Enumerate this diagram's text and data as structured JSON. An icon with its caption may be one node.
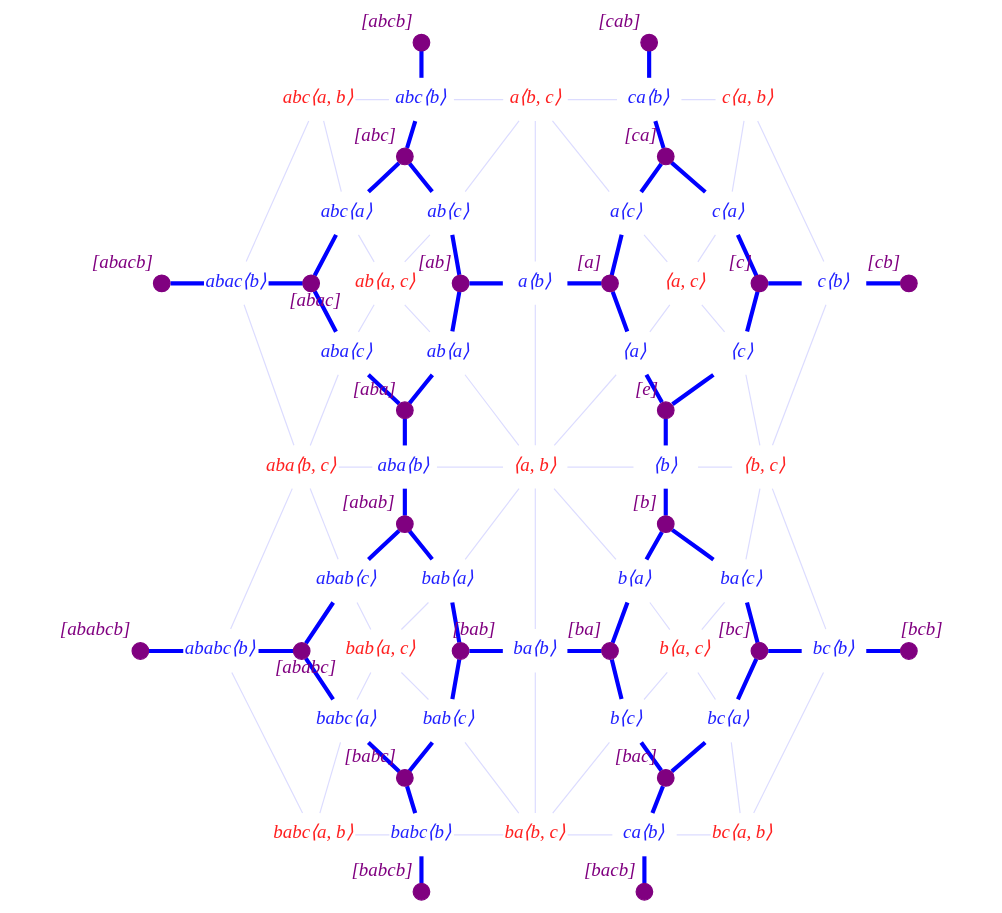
{
  "diagram": {
    "nodes": [
      {
        "text": [],
        "shape": "circle",
        "beside": [
          "[abcb]"
        ]
      },
      {
        "text": [],
        "shape": "circle",
        "beside": [
          "[cab]"
        ]
      },
      {
        "text": [
          "abc⟨a, b⟩"
        ]
      },
      {
        "text": [
          "abc⟨b⟩"
        ]
      },
      {
        "text": [
          "a⟨b, c⟩"
        ]
      },
      {
        "text": [
          "ca⟨b⟩"
        ]
      },
      {
        "text": [
          "c⟨a, b⟩"
        ]
      },
      {
        "text": [],
        "shape": "circle",
        "beside": [
          "[abc]"
        ]
      },
      {
        "text": [],
        "shape": "circle",
        "beside": [
          "[ca]"
        ]
      },
      {
        "text": [
          "abc⟨a⟩"
        ]
      },
      {
        "text": [
          "ab⟨c⟩"
        ]
      },
      {
        "text": [
          "a⟨c⟩"
        ]
      },
      {
        "text": [
          "c⟨a⟩"
        ]
      },
      {
        "text": [],
        "shape": "circle",
        "beside": [
          "[abacb]"
        ]
      },
      {
        "text": [
          "abac⟨b⟩"
        ]
      },
      {
        "text": [],
        "shape": "circle",
        "beside": [
          "[abac]"
        ]
      },
      {
        "text": [
          "ab⟨a, c⟩"
        ]
      },
      {
        "text": [],
        "shape": "circle",
        "beside": [
          "[ab]"
        ]
      },
      {
        "text": [
          "a⟨b⟩"
        ]
      },
      {
        "text": [],
        "shape": "circle",
        "beside": [
          "[a]"
        ]
      },
      {
        "text": [
          "⟨a, c⟩"
        ]
      },
      {
        "text": [],
        "shape": "circle",
        "beside": [
          "[c]"
        ]
      },
      {
        "text": [
          "c⟨b⟩"
        ]
      },
      {
        "text": [],
        "shape": "circle",
        "beside": [
          "[cb]"
        ]
      },
      {
        "text": [
          "aba⟨c⟩"
        ]
      },
      {
        "text": [
          "ab⟨a⟩"
        ]
      },
      {
        "text": [
          "⟨a⟩"
        ]
      },
      {
        "text": [
          "⟨c⟩"
        ]
      },
      {
        "text": [],
        "shape": "circle",
        "beside": [
          "[aba]"
        ]
      },
      {
        "text": [],
        "shape": "circle",
        "beside": [
          "[e]"
        ]
      },
      {
        "text": [
          "aba⟨b, c⟩"
        ]
      },
      {
        "text": [
          "aba⟨b⟩"
        ]
      },
      {
        "text": [
          "⟨a, b⟩"
        ]
      },
      {
        "text": [
          "⟨b⟩"
        ]
      },
      {
        "text": [
          "⟨b, c⟩"
        ]
      },
      {
        "text": [],
        "shape": "circle",
        "beside": [
          "[abab]"
        ]
      },
      {
        "text": [],
        "shape": "circle",
        "beside": [
          "[b]"
        ]
      },
      {
        "text": [
          "abab⟨c⟩"
        ]
      },
      {
        "text": [
          "bab⟨a⟩"
        ]
      },
      {
        "text": [
          "b⟨a⟩"
        ]
      },
      {
        "text": [
          "ba⟨c⟩"
        ]
      },
      {
        "text": [],
        "shape": "circle",
        "beside": [
          "[ababcb]"
        ]
      },
      {
        "text": [
          "ababc⟨b⟩"
        ]
      },
      {
        "text": [],
        "shape": "circle",
        "beside": [
          "[ababc]"
        ]
      },
      {
        "text": [
          "bab⟨a, c⟩"
        ]
      },
      {
        "text": [],
        "shape": "circle",
        "beside": [
          "[bab]"
        ]
      },
      {
        "text": [
          "ba⟨b⟩"
        ]
      },
      {
        "text": [],
        "shape": "circle",
        "beside": [
          "[ba]"
        ]
      },
      {
        "text": [
          "b⟨a, c⟩"
        ]
      },
      {
        "text": [],
        "shape": "circle",
        "beside": [
          "[bc]"
        ]
      },
      {
        "text": [
          "bc⟨b⟩"
        ]
      },
      {
        "text": [],
        "shape": "circle",
        "beside": [
          "[bcb]"
        ]
      },
      {
        "text": [
          "babc⟨a⟩"
        ]
      },
      {
        "text": [
          "bab⟨c⟩"
        ]
      },
      {
        "text": [
          "b⟨c⟩"
        ]
      },
      {
        "text": [
          "bc⟨a⟩"
        ]
      },
      {
        "text": [],
        "shape": "circle",
        "beside": [
          "[babc]"
        ]
      },
      {
        "text": [],
        "shape": "circle",
        "beside": [
          "[bac]"
        ]
      },
      {
        "text": [
          "babc⟨a, b⟩"
        ]
      },
      {
        "text": [
          "babc⟨b⟩"
        ]
      },
      {
        "text": [
          "ba⟨b, c⟩"
        ]
      },
      {
        "text": [
          "ca⟨b⟩"
        ]
      },
      {
        "text": [
          "bc⟨a, b⟩"
        ]
      },
      {
        "text": [],
        "shape": "circle",
        "beside": [
          "[babcb]"
        ]
      },
      {
        "text": [],
        "shape": "circle",
        "beside": [
          "[bacb]"
        ]
      }
    ],
    "edges": [
      {
        "from": 0,
        "to": 3,
        "arrow": "none",
        "style": "thick",
        "color": "#0000ff"
      },
      {
        "from": 3,
        "to": 7,
        "arrow": "none",
        "style": "thick",
        "color": "#0000ff"
      },
      {
        "from": 1,
        "to": 5,
        "arrow": "none",
        "style": "thick",
        "color": "#0000ff"
      },
      {
        "from": 5,
        "to": 8,
        "arrow": "none",
        "style": "thick",
        "color": "#0000ff"
      },
      {
        "from": 7,
        "to": 9,
        "arrow": "none",
        "style": "thick",
        "color": "#0000ff"
      },
      {
        "from": 9,
        "to": 15,
        "arrow": "none",
        "style": "thick",
        "color": "#0000ff"
      },
      {
        "from": 7,
        "to": 10,
        "arrow": "none",
        "style": "thick",
        "color": "#0000ff"
      },
      {
        "from": 10,
        "to": 17,
        "arrow": "none",
        "style": "thick",
        "color": "#0000ff"
      },
      {
        "from": 8,
        "to": 11,
        "arrow": "none",
        "style": "thick",
        "color": "#0000ff"
      },
      {
        "from": 11,
        "to": 19,
        "arrow": "none",
        "style": "thick",
        "color": "#0000ff"
      },
      {
        "from": 8,
        "to": 12,
        "arrow": "none",
        "style": "thick",
        "color": "#0000ff"
      },
      {
        "from": 12,
        "to": 21,
        "arrow": "none",
        "style": "thick",
        "color": "#0000ff"
      },
      {
        "from": 13,
        "to": 14,
        "arrow": "none",
        "style": "thick",
        "color": "#0000ff"
      },
      {
        "from": 14,
        "to": 15,
        "arrow": "none",
        "style": "thick",
        "color": "#0000ff"
      },
      {
        "from": 17,
        "to": 18,
        "arrow": "none",
        "style": "thick",
        "color": "#0000ff"
      },
      {
        "from": 18,
        "to": 19,
        "arrow": "none",
        "style": "thick",
        "color": "#0000ff"
      },
      {
        "from": 21,
        "to": 22,
        "arrow": "none",
        "style": "thick",
        "color": "#0000ff"
      },
      {
        "from": 22,
        "to": 23,
        "arrow": "none",
        "style": "thick",
        "color": "#0000ff"
      },
      {
        "from": 15,
        "to": 24,
        "arrow": "none",
        "style": "thick",
        "color": "#0000ff"
      },
      {
        "from": 24,
        "to": 28,
        "arrow": "none",
        "style": "thick",
        "color": "#0000ff"
      },
      {
        "from": 17,
        "to": 25,
        "arrow": "none",
        "style": "thick",
        "color": "#0000ff"
      },
      {
        "from": 25,
        "to": 28,
        "arrow": "none",
        "style": "thick",
        "color": "#0000ff"
      },
      {
        "from": 19,
        "to": 26,
        "arrow": "none",
        "style": "thick",
        "color": "#0000ff"
      },
      {
        "from": 26,
        "to": 29,
        "arrow": "none",
        "style": "thick",
        "color": "#0000ff"
      },
      {
        "from": 21,
        "to": 27,
        "arrow": "none",
        "style": "thick",
        "color": "#0000ff"
      },
      {
        "from": 27,
        "to": 29,
        "arrow": "none",
        "style": "thick",
        "color": "#0000ff"
      },
      {
        "from": 28,
        "to": 31,
        "arrow": "none",
        "style": "thick",
        "color": "#0000ff"
      },
      {
        "from": 31,
        "to": 35,
        "arrow": "none",
        "style": "thick",
        "color": "#0000ff"
      },
      {
        "from": 29,
        "to": 33,
        "arrow": "none",
        "style": "thick",
        "color": "#0000ff"
      },
      {
        "from": 33,
        "to": 36,
        "arrow": "none",
        "style": "thick",
        "color": "#0000ff"
      },
      {
        "from": 35,
        "to": 37,
        "arrow": "none",
        "style": "thick",
        "color": "#0000ff"
      },
      {
        "from": 37,
        "to": 43,
        "arrow": "none",
        "style": "thick",
        "color": "#0000ff"
      },
      {
        "from": 35,
        "to": 38,
        "arrow": "none",
        "style": "thick",
        "color": "#0000ff"
      },
      {
        "from": 38,
        "to": 45,
        "arrow": "none",
        "style": "thick",
        "color": "#0000ff"
      },
      {
        "from": 36,
        "to": 39,
        "arrow": "none",
        "style": "thick",
        "color": "#0000ff"
      },
      {
        "from": 39,
        "to": 47,
        "arrow": "none",
        "style": "thick",
        "color": "#0000ff"
      },
      {
        "from": 36,
        "to": 40,
        "arrow": "none",
        "style": "thick",
        "color": "#0000ff"
      },
      {
        "from": 40,
        "to": 49,
        "arrow": "none",
        "style": "thick",
        "color": "#0000ff"
      },
      {
        "from": 41,
        "to": 42,
        "arrow": "none",
        "style": "thick",
        "color": "#0000ff"
      },
      {
        "from": 42,
        "to": 43,
        "arrow": "none",
        "style": "thick",
        "color": "#0000ff"
      },
      {
        "from": 45,
        "to": 46,
        "arrow": "none",
        "style": "thick",
        "color": "#0000ff"
      },
      {
        "from": 46,
        "to": 47,
        "arrow": "none",
        "style": "thick",
        "color": "#0000ff"
      },
      {
        "from": 49,
        "to": 50,
        "arrow": "none",
        "style": "thick",
        "color": "#0000ff"
      },
      {
        "from": 50,
        "to": 51,
        "arrow": "none",
        "style": "thick",
        "color": "#0000ff"
      },
      {
        "from": 43,
        "to": 52,
        "arrow": "none",
        "style": "thick",
        "color": "#0000ff"
      },
      {
        "from": 52,
        "to": 56,
        "arrow": "none",
        "style": "thick",
        "color": "#0000ff"
      },
      {
        "from": 45,
        "to": 53,
        "arrow": "none",
        "style": "thick",
        "color": "#0000ff"
      },
      {
        "from": 53,
        "to": 56,
        "arrow": "none",
        "style": "thick",
        "color": "#0000ff"
      },
      {
        "from": 47,
        "to": 54,
        "arrow": "none",
        "style": "thick",
        "color": "#0000ff"
      },
      {
        "from": 54,
        "to": 57,
        "arrow": "none",
        "style": "thick",
        "color": "#0000ff"
      },
      {
        "from": 49,
        "to": 55,
        "arrow": "none",
        "style": "thick",
        "color": "#0000ff"
      },
      {
        "from": 55,
        "to": 57,
        "arrow": "none",
        "style": "thick",
        "color": "#0000ff"
      },
      {
        "from": 56,
        "to": 59,
        "arrow": "none",
        "style": "thick",
        "color": "#0000ff"
      },
      {
        "from": 59,
        "to": 63,
        "arrow": "none",
        "style": "thick",
        "color": "#0000ff"
      },
      {
        "from": 57,
        "to": 61,
        "arrow": "none",
        "style": "thick",
        "color": "#0000ff"
      },
      {
        "from": 61,
        "to": 64,
        "arrow": "none",
        "style": "thick",
        "color": "#0000ff"
      },
      {
        "from": 2,
        "to": 3,
        "arrow": "none",
        "color": "#dcdcff"
      },
      {
        "from": 3,
        "to": 4,
        "arrow": "none",
        "color": "#dcdcff"
      },
      {
        "from": 4,
        "to": 5,
        "arrow": "none",
        "color": "#dcdcff"
      },
      {
        "from": 5,
        "to": 6,
        "arrow": "none",
        "color": "#dcdcff"
      },
      {
        "from": 30,
        "to": 31,
        "arrow": "none",
        "color": "#dcdcff"
      },
      {
        "from": 31,
        "to": 32,
        "arrow": "none",
        "color": "#dcdcff"
      },
      {
        "from": 32,
        "to": 33,
        "arrow": "none",
        "color": "#dcdcff"
      },
      {
        "from": 33,
        "to": 34,
        "arrow": "none",
        "color": "#dcdcff"
      },
      {
        "from": 58,
        "to": 59,
        "arrow": "none",
        "color": "#dcdcff"
      },
      {
        "from": 59,
        "to": 60,
        "arrow": "none",
        "color": "#dcdcff"
      },
      {
        "from": 60,
        "to": 61,
        "arrow": "none",
        "color": "#dcdcff"
      },
      {
        "from": 61,
        "to": 62,
        "arrow": "none",
        "color": "#dcdcff"
      },
      {
        "from": 2,
        "to": 14,
        "arrow": "none",
        "color": "#dcdcff"
      },
      {
        "from": 14,
        "to": 30,
        "arrow": "none",
        "color": "#dcdcff"
      },
      {
        "from": 30,
        "to": 42,
        "arrow": "none",
        "color": "#dcdcff"
      },
      {
        "from": 42,
        "to": 58,
        "arrow": "none",
        "color": "#dcdcff"
      },
      {
        "from": 4,
        "to": 18,
        "arrow": "none",
        "color": "#dcdcff"
      },
      {
        "from": 18,
        "to": 32,
        "arrow": "none",
        "color": "#dcdcff"
      },
      {
        "from": 32,
        "to": 46,
        "arrow": "none",
        "color": "#dcdcff"
      },
      {
        "from": 46,
        "to": 60,
        "arrow": "none",
        "color": "#dcdcff"
      },
      {
        "from": 6,
        "to": 22,
        "arrow": "none",
        "color": "#dcdcff"
      },
      {
        "from": 22,
        "to": 34,
        "arrow": "none",
        "color": "#dcdcff"
      },
      {
        "from": 34,
        "to": 50,
        "arrow": "none",
        "color": "#dcdcff"
      },
      {
        "from": 50,
        "to": 62,
        "arrow": "none",
        "color": "#dcdcff"
      },
      {
        "from": 2,
        "to": 9,
        "arrow": "none",
        "color": "#dcdcff"
      },
      {
        "from": 9,
        "to": 16,
        "arrow": "none",
        "color": "#dcdcff"
      },
      {
        "from": 16,
        "to": 25,
        "arrow": "none",
        "color": "#dcdcff"
      },
      {
        "from": 25,
        "to": 32,
        "arrow": "none",
        "color": "#dcdcff"
      },
      {
        "from": 4,
        "to": 10,
        "arrow": "none",
        "color": "#dcdcff"
      },
      {
        "from": 10,
        "to": 16,
        "arrow": "none",
        "color": "#dcdcff"
      },
      {
        "from": 16,
        "to": 24,
        "arrow": "none",
        "color": "#dcdcff"
      },
      {
        "from": 24,
        "to": 30,
        "arrow": "none",
        "color": "#dcdcff"
      },
      {
        "from": 4,
        "to": 11,
        "arrow": "none",
        "color": "#dcdcff"
      },
      {
        "from": 11,
        "to": 20,
        "arrow": "none",
        "color": "#dcdcff"
      },
      {
        "from": 20,
        "to": 27,
        "arrow": "none",
        "color": "#dcdcff"
      },
      {
        "from": 27,
        "to": 34,
        "arrow": "none",
        "color": "#dcdcff"
      },
      {
        "from": 6,
        "to": 12,
        "arrow": "none",
        "color": "#dcdcff"
      },
      {
        "from": 12,
        "to": 20,
        "arrow": "none",
        "color": "#dcdcff"
      },
      {
        "from": 20,
        "to": 26,
        "arrow": "none",
        "color": "#dcdcff"
      },
      {
        "from": 26,
        "to": 32,
        "arrow": "none",
        "color": "#dcdcff"
      },
      {
        "from": 30,
        "to": 37,
        "arrow": "none",
        "color": "#dcdcff"
      },
      {
        "from": 37,
        "to": 44,
        "arrow": "none",
        "color": "#dcdcff"
      },
      {
        "from": 44,
        "to": 53,
        "arrow": "none",
        "color": "#dcdcff"
      },
      {
        "from": 53,
        "to": 60,
        "arrow": "none",
        "color": "#dcdcff"
      },
      {
        "from": 32,
        "to": 38,
        "arrow": "none",
        "color": "#dcdcff"
      },
      {
        "from": 38,
        "to": 44,
        "arrow": "none",
        "color": "#dcdcff"
      },
      {
        "from": 44,
        "to": 52,
        "arrow": "none",
        "color": "#dcdcff"
      },
      {
        "from": 52,
        "to": 58,
        "arrow": "none",
        "color": "#dcdcff"
      },
      {
        "from": 32,
        "to": 39,
        "arrow": "none",
        "color": "#dcdcff"
      },
      {
        "from": 39,
        "to": 48,
        "arrow": "none",
        "color": "#dcdcff"
      },
      {
        "from": 48,
        "to": 55,
        "arrow": "none",
        "color": "#dcdcff"
      },
      {
        "from": 55,
        "to": 62,
        "arrow": "none",
        "color": "#dcdcff"
      },
      {
        "from": 34,
        "to": 40,
        "arrow": "none",
        "color": "#dcdcff"
      },
      {
        "from": 40,
        "to": 48,
        "arrow": "none",
        "color": "#dcdcff"
      },
      {
        "from": 48,
        "to": 54,
        "arrow": "none",
        "color": "#dcdcff"
      },
      {
        "from": 54,
        "to": 60,
        "arrow": "none",
        "color": "#dcdcff"
      }
    ]
  }
}
